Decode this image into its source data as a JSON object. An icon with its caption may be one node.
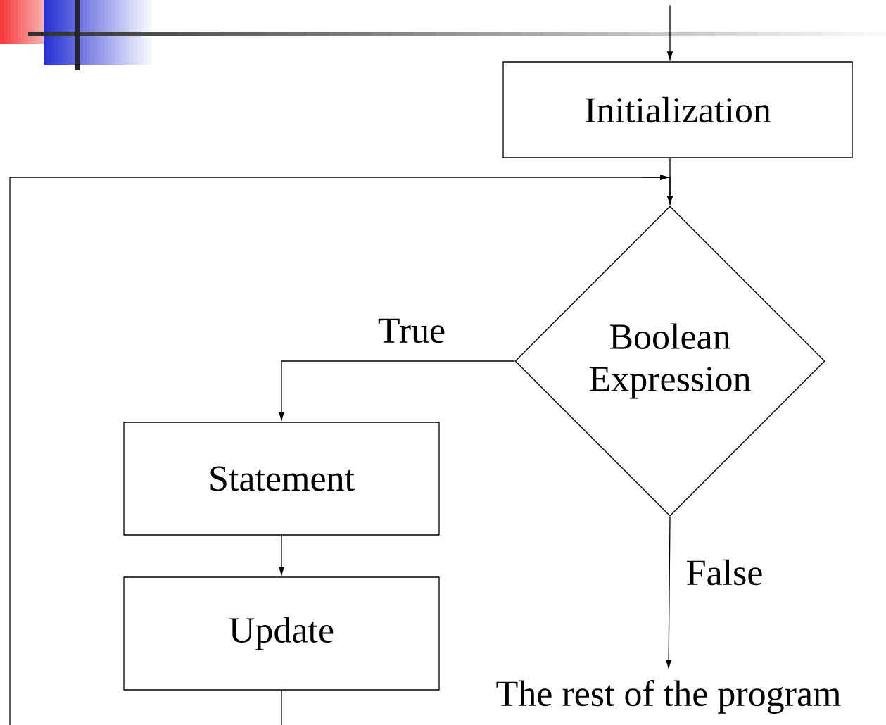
{
  "diagram": {
    "nodes": [
      {
        "text": [
          "Initialization"
        ]
      },
      {
        "text": [
          "Boolean Expression"
        ]
      },
      {
        "text": [
          "Statement"
        ]
      },
      {
        "text": [
          "Update"
        ]
      },
      {
        "text": [
          "The rest of the program"
        ]
      }
    ],
    "edges": [
      {
        "from": null,
        "to": 0,
        "arrow": "to"
      },
      {
        "from": 0,
        "to": 1,
        "arrow": "to"
      },
      {
        "from": 1,
        "to": 2,
        "arrow": "to",
        "label": "True"
      },
      {
        "from": 2,
        "to": 3,
        "arrow": "to"
      },
      {
        "from": 3,
        "to": 1,
        "arrow": "to"
      },
      {
        "from": 1,
        "to": 4,
        "arrow": "to",
        "label": "False"
      }
    ]
  }
}
